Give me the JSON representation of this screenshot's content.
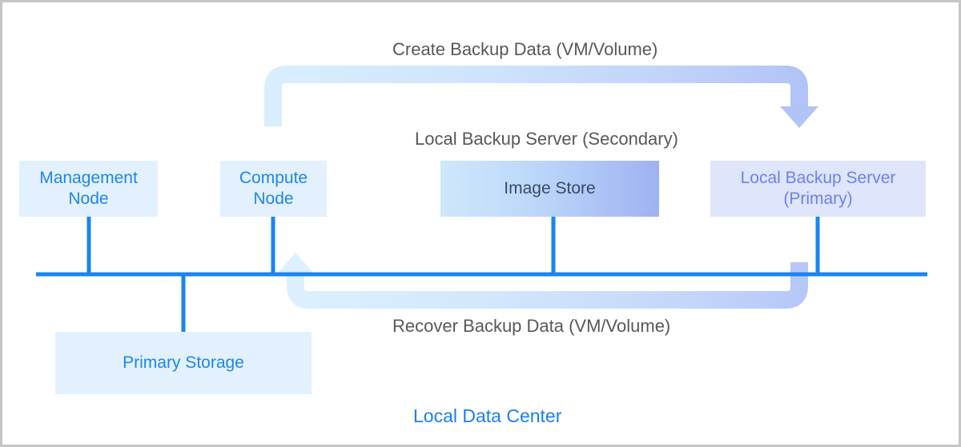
{
  "diagram": {
    "title": "Local Data Center backup topology",
    "colors": {
      "box_light_bg": "#e2f1fd",
      "box_light_text": "#1e86ec",
      "box_lavender_bg": "#dfe5fb",
      "box_lavender_text": "#6b82f0",
      "gradient_start": "#cfe8fc",
      "gradient_end": "#9fb2f2",
      "bus_line": "#1a85ef",
      "label_text": "#58585a",
      "datacenter_text": "#1a7ff0",
      "frame_border": "#c6c6c6",
      "arrow_start": "#d6ecfd",
      "arrow_end": "#b4c6f8"
    },
    "nodes": [
      {
        "id": "management-node",
        "label": "Management\nNode",
        "style": "light"
      },
      {
        "id": "compute-node",
        "label": "Compute\nNode",
        "style": "light"
      },
      {
        "id": "image-store",
        "label": "Image Store",
        "style": "gradient"
      },
      {
        "id": "local-backup-server-primary",
        "label": "Local Backup Server\n(Primary)",
        "style": "lavender"
      },
      {
        "id": "primary-storage",
        "label": "Primary Storage",
        "style": "light"
      }
    ],
    "labels": {
      "create_flow": "Create Backup Data (VM/Volume)",
      "secondary_server": "Local Backup Server (Secondary)",
      "recover_flow": "Recover Backup Data (VM/Volume)",
      "datacenter": "Local Data Center"
    },
    "flows": [
      {
        "id": "create-backup-flow",
        "label": "Create Backup Data (VM/Volume)",
        "direction": "compute-node-to-local-backup-server"
      },
      {
        "id": "recover-backup-flow",
        "label": "Recover Backup Data (VM/Volume)",
        "direction": "local-backup-server-to-compute-node"
      }
    ]
  }
}
